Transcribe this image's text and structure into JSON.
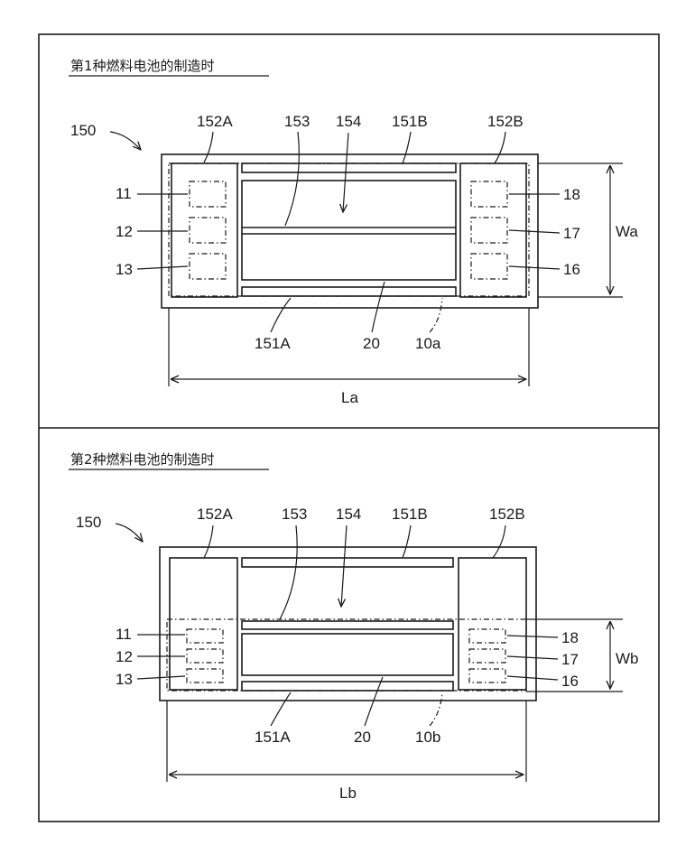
{
  "panel1": {
    "caption": "第1种燃料电池的制造时",
    "labels": {
      "device": "150",
      "l152A": "152A",
      "l153": "153",
      "l154": "154",
      "l151B": "151B",
      "l152B": "152B",
      "l11": "11",
      "l12": "12",
      "l13": "13",
      "l18": "18",
      "l17": "17",
      "l16": "16",
      "l151A": "151A",
      "l20": "20",
      "cell": "10a",
      "width": "Wa",
      "length": "La"
    }
  },
  "panel2": {
    "caption": "第2种燃料电池的制造时",
    "labels": {
      "device": "150",
      "l152A": "152A",
      "l153": "153",
      "l154": "154",
      "l151B": "151B",
      "l152B": "152B",
      "l11": "11",
      "l12": "12",
      "l13": "13",
      "l18": "18",
      "l17": "17",
      "l16": "16",
      "l151A": "151A",
      "l20": "20",
      "cell": "10b",
      "width": "Wb",
      "length": "Lb"
    }
  }
}
